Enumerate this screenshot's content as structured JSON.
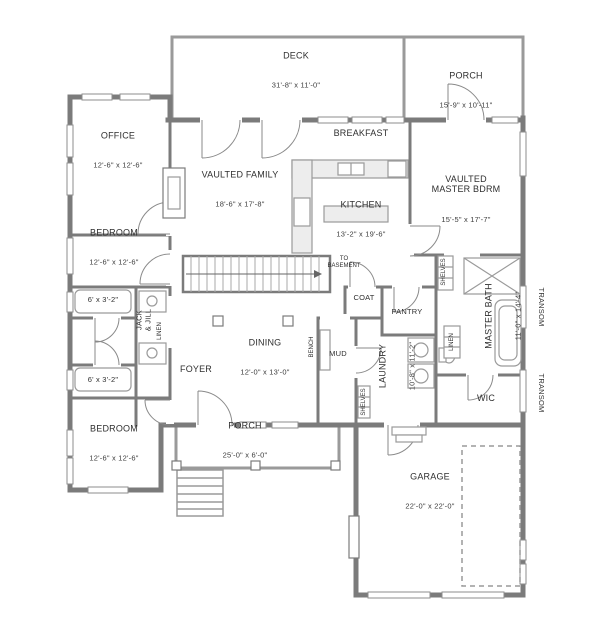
{
  "page": {
    "background": "#ffffff",
    "wall_color": "#7b7b7b",
    "text_color": "#2f2f2f"
  },
  "rooms": {
    "deck": {
      "name": "DECK",
      "dims": "31'-8\" x 11'-0\""
    },
    "porch_upper": {
      "name": "PORCH",
      "dims": "15'-9\" x 10'-11\""
    },
    "breakfast": {
      "name": "BREAKFAST"
    },
    "office": {
      "name": "OFFICE",
      "dims": "12'-6\" x 12'-6\""
    },
    "family": {
      "name": "VAULTED FAMILY",
      "dims": "18'-6\" x 17'-8\""
    },
    "kitchen": {
      "name": "KITCHEN",
      "dims": "13'-2\" x 19'-6\""
    },
    "master_bedroom": {
      "name": "VAULTED\nMASTER BDRM",
      "dims": "15'-5\" x 17'-7\""
    },
    "bedroom_upper": {
      "name": "BEDROOM",
      "dims": "12'-6\" x 12'-6\""
    },
    "bath_upper": {
      "name": "6' x 3'-2\""
    },
    "jack_and_jill": {
      "name": "JACK\n& JILL"
    },
    "linen_left": {
      "name": "LINEN"
    },
    "stairs": {
      "name": "TO\nBASEMENT"
    },
    "shelves_hall": {
      "name": "SHELVES"
    },
    "master_bath": {
      "name": "MASTER BATH",
      "dims": "11'-0\" x 14'-4\""
    },
    "coat": {
      "name": "COAT"
    },
    "pantry": {
      "name": "PANTRY"
    },
    "linen_right": {
      "name": "LINEN"
    },
    "foyer": {
      "name": "FOYER"
    },
    "dining": {
      "name": "DINING",
      "dims": "12'-0\" x 13'-0\""
    },
    "bench": {
      "name": "BENCH"
    },
    "mud": {
      "name": "MUD"
    },
    "laundry": {
      "name": "LAUNDRY",
      "dims": "10'-8\" x 11'-2\""
    },
    "shelves_laundry": {
      "name": "SHELVES"
    },
    "wic": {
      "name": "WIC"
    },
    "bath_lower": {
      "name": "6' x 3'-2\""
    },
    "bedroom_lower": {
      "name": "BEDROOM",
      "dims": "12'-6\" x 12'-6\""
    },
    "porch_lower": {
      "name": "PORCH",
      "dims": "25'-0\" x 6'-0\""
    },
    "garage": {
      "name": "GARAGE",
      "dims": "22'-0\" x 22'-0\""
    },
    "transom_upper": {
      "name": "TRANSOM"
    },
    "transom_lower": {
      "name": "TRANSOM"
    }
  }
}
